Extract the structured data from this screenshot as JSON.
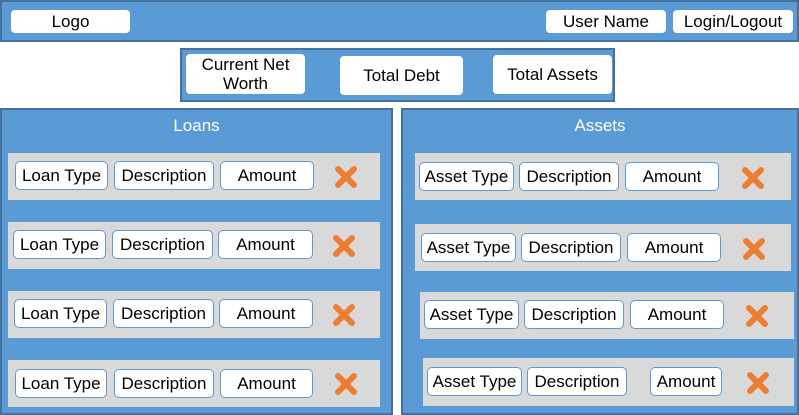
{
  "header": {
    "logo": "Logo",
    "user_name": "User Name",
    "login_logout": "Login/Logout"
  },
  "summary": {
    "net_worth": "Current Net Worth",
    "total_debt": "Total Debt",
    "total_assets": "Total Assets"
  },
  "loans": {
    "title": "Loans",
    "rows": [
      {
        "type": "Loan Type",
        "description": "Description",
        "amount": "Amount"
      },
      {
        "type": "Loan Type",
        "description": "Description",
        "amount": "Amount"
      },
      {
        "type": "Loan Type",
        "description": "Description",
        "amount": "Amount"
      },
      {
        "type": "Loan Type",
        "description": "Description",
        "amount": "Amount"
      }
    ]
  },
  "assets": {
    "title": "Assets",
    "rows": [
      {
        "type": "Asset Type",
        "description": "Description",
        "amount": "Amount"
      },
      {
        "type": "Asset Type",
        "description": "Description",
        "amount": "Amount"
      },
      {
        "type": "Asset Type",
        "description": "Description",
        "amount": "Amount"
      },
      {
        "type": "Asset Type",
        "description": "Description",
        "amount": "Amount"
      }
    ]
  },
  "icons": {
    "delete": "close-x-icon"
  },
  "colors": {
    "panel": "#5b9bd5",
    "panel_border": "#41719c",
    "row": "#d9d9d9",
    "delete_icon": "#ed7d31"
  }
}
